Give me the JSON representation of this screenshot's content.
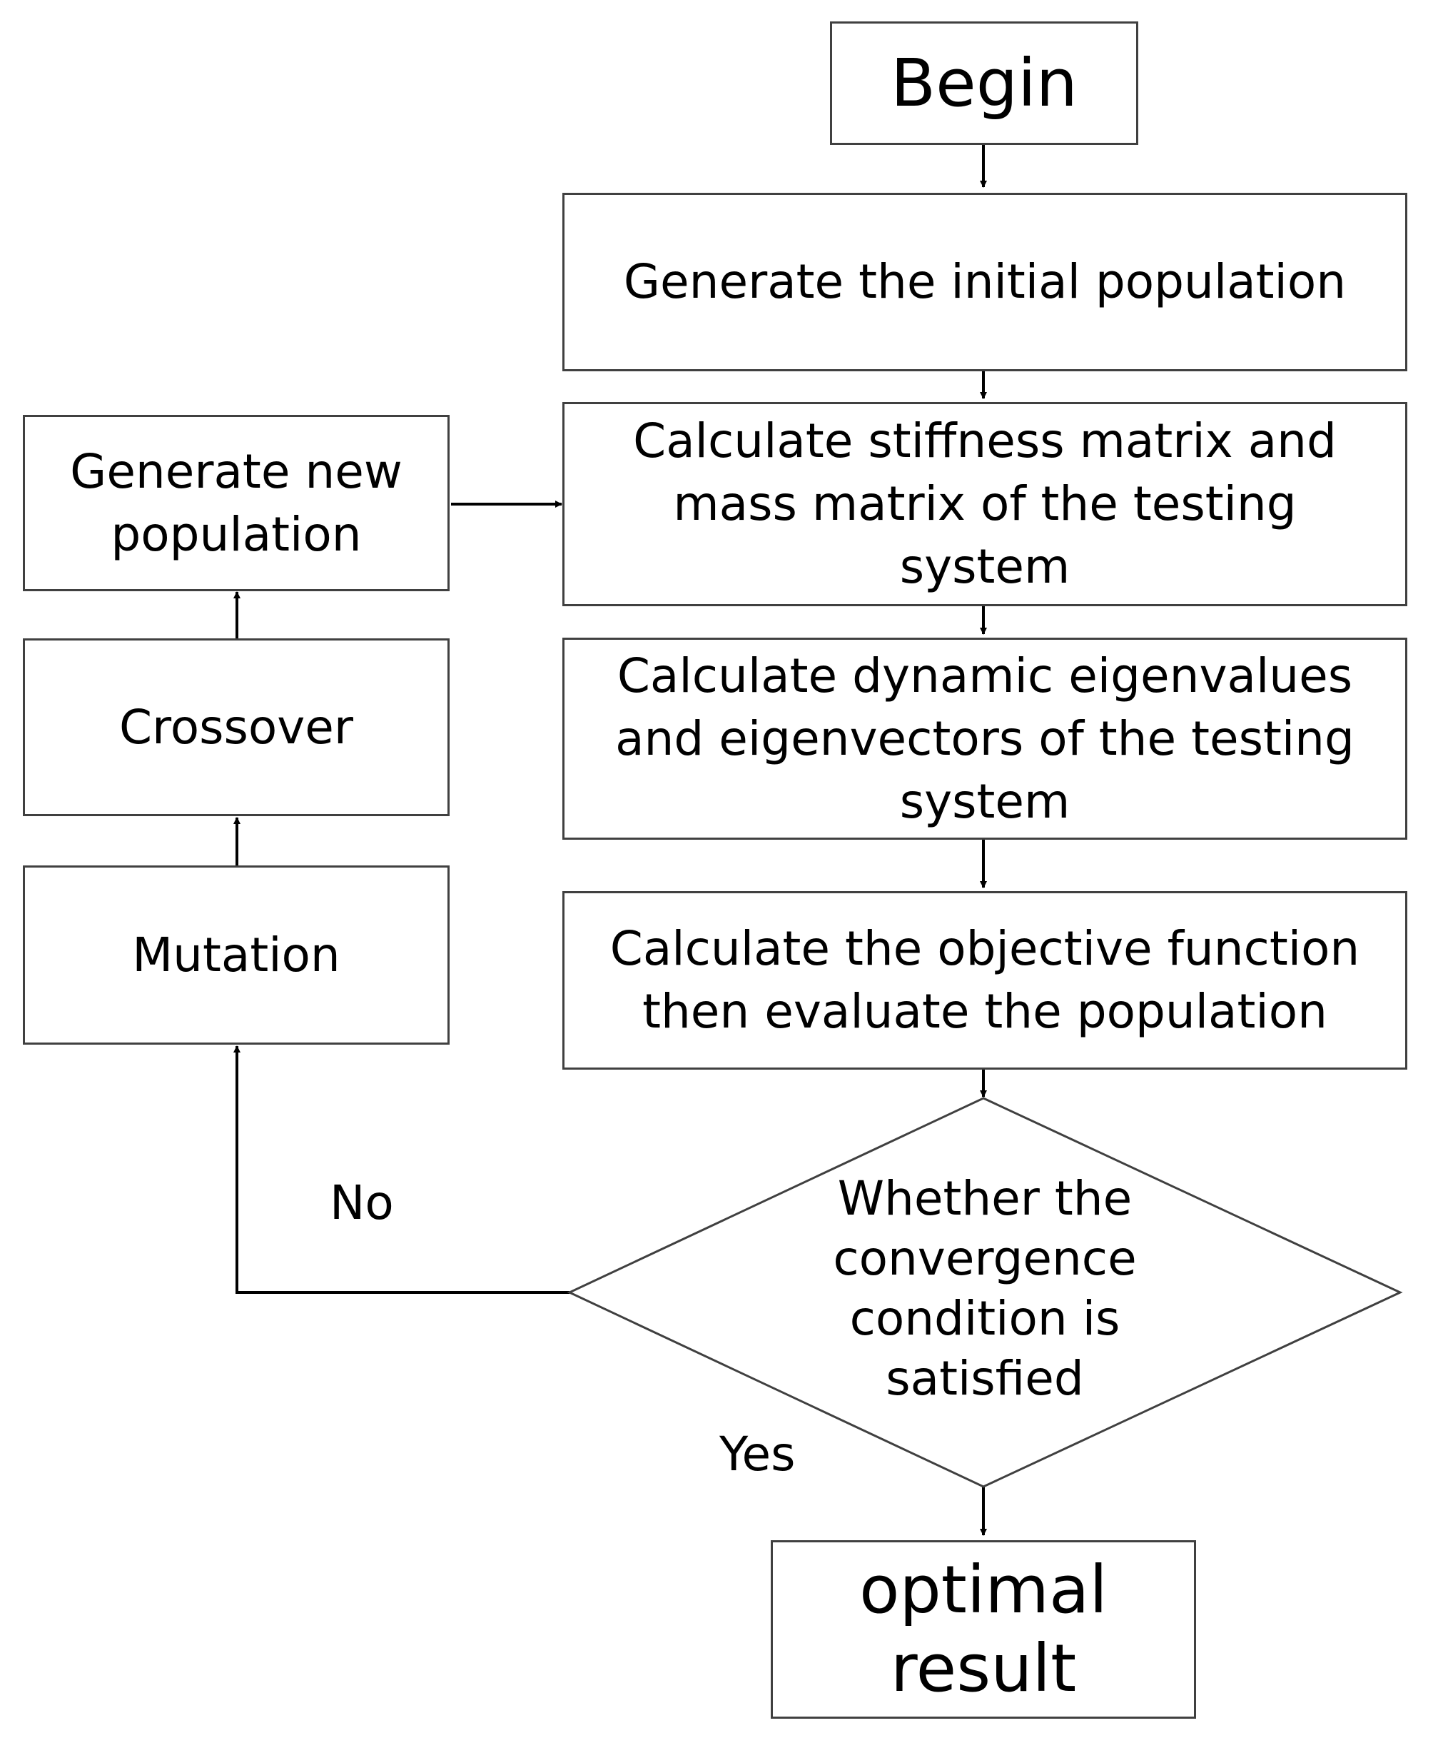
{
  "flowchart": {
    "nodes": {
      "begin": "Begin",
      "generate_initial": "Generate the initial population",
      "calc_stiffness": "Calculate stiffness matrix and mass matrix of the testing system",
      "calc_eigen": "Calculate dynamic eigenvalues and eigenvectors of the testing system",
      "calc_objective": "Calculate the objective function then evaluate the population",
      "decision": "Whether the convergence condition is satisfied",
      "optimal": "optimal result",
      "mutation": "Mutation",
      "crossover": "Crossover",
      "new_population": "Generate new population"
    },
    "branches": {
      "no": "No",
      "yes": "Yes"
    }
  }
}
